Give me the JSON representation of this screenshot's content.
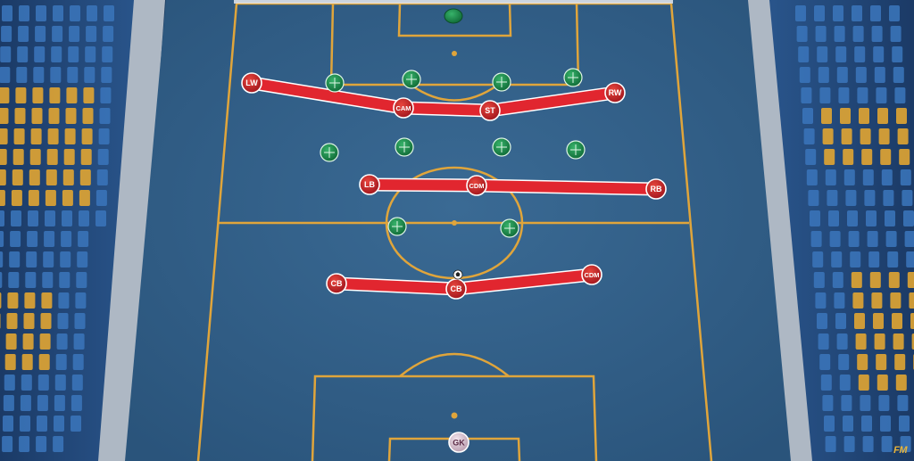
{
  "scene": "Futsal tactics board",
  "watermark": "FM",
  "colors": {
    "pitch": "#2f5d86",
    "lines": "#e0a53b",
    "red_token": "#c8202a",
    "green_token": "#1f8a4c",
    "gk_token": "#d9c3cf",
    "link": "#e1262f"
  },
  "red_players": [
    {
      "id": "lw",
      "label": "LW"
    },
    {
      "id": "cam",
      "label": "CAM"
    },
    {
      "id": "st",
      "label": "ST"
    },
    {
      "id": "rw",
      "label": "RW"
    },
    {
      "id": "lb",
      "label": "LB"
    },
    {
      "id": "cdm",
      "label": "CDM"
    },
    {
      "id": "rb",
      "label": "RB"
    },
    {
      "id": "cb-left",
      "label": "CB"
    },
    {
      "id": "cb-center",
      "label": "CB"
    },
    {
      "id": "cdm-right",
      "label": "CDM"
    }
  ],
  "goalkeeper": {
    "label": "GK"
  },
  "links": [
    [
      "lw",
      "cam"
    ],
    [
      "cam",
      "st"
    ],
    [
      "st",
      "rw"
    ],
    [
      "lb",
      "cdm"
    ],
    [
      "cdm",
      "rb"
    ],
    [
      "cb-left",
      "cb-center"
    ],
    [
      "cb-center",
      "cdm-right"
    ]
  ],
  "opponents_count": 10,
  "ball": {
    "icon": "soccer-ball-icon"
  }
}
